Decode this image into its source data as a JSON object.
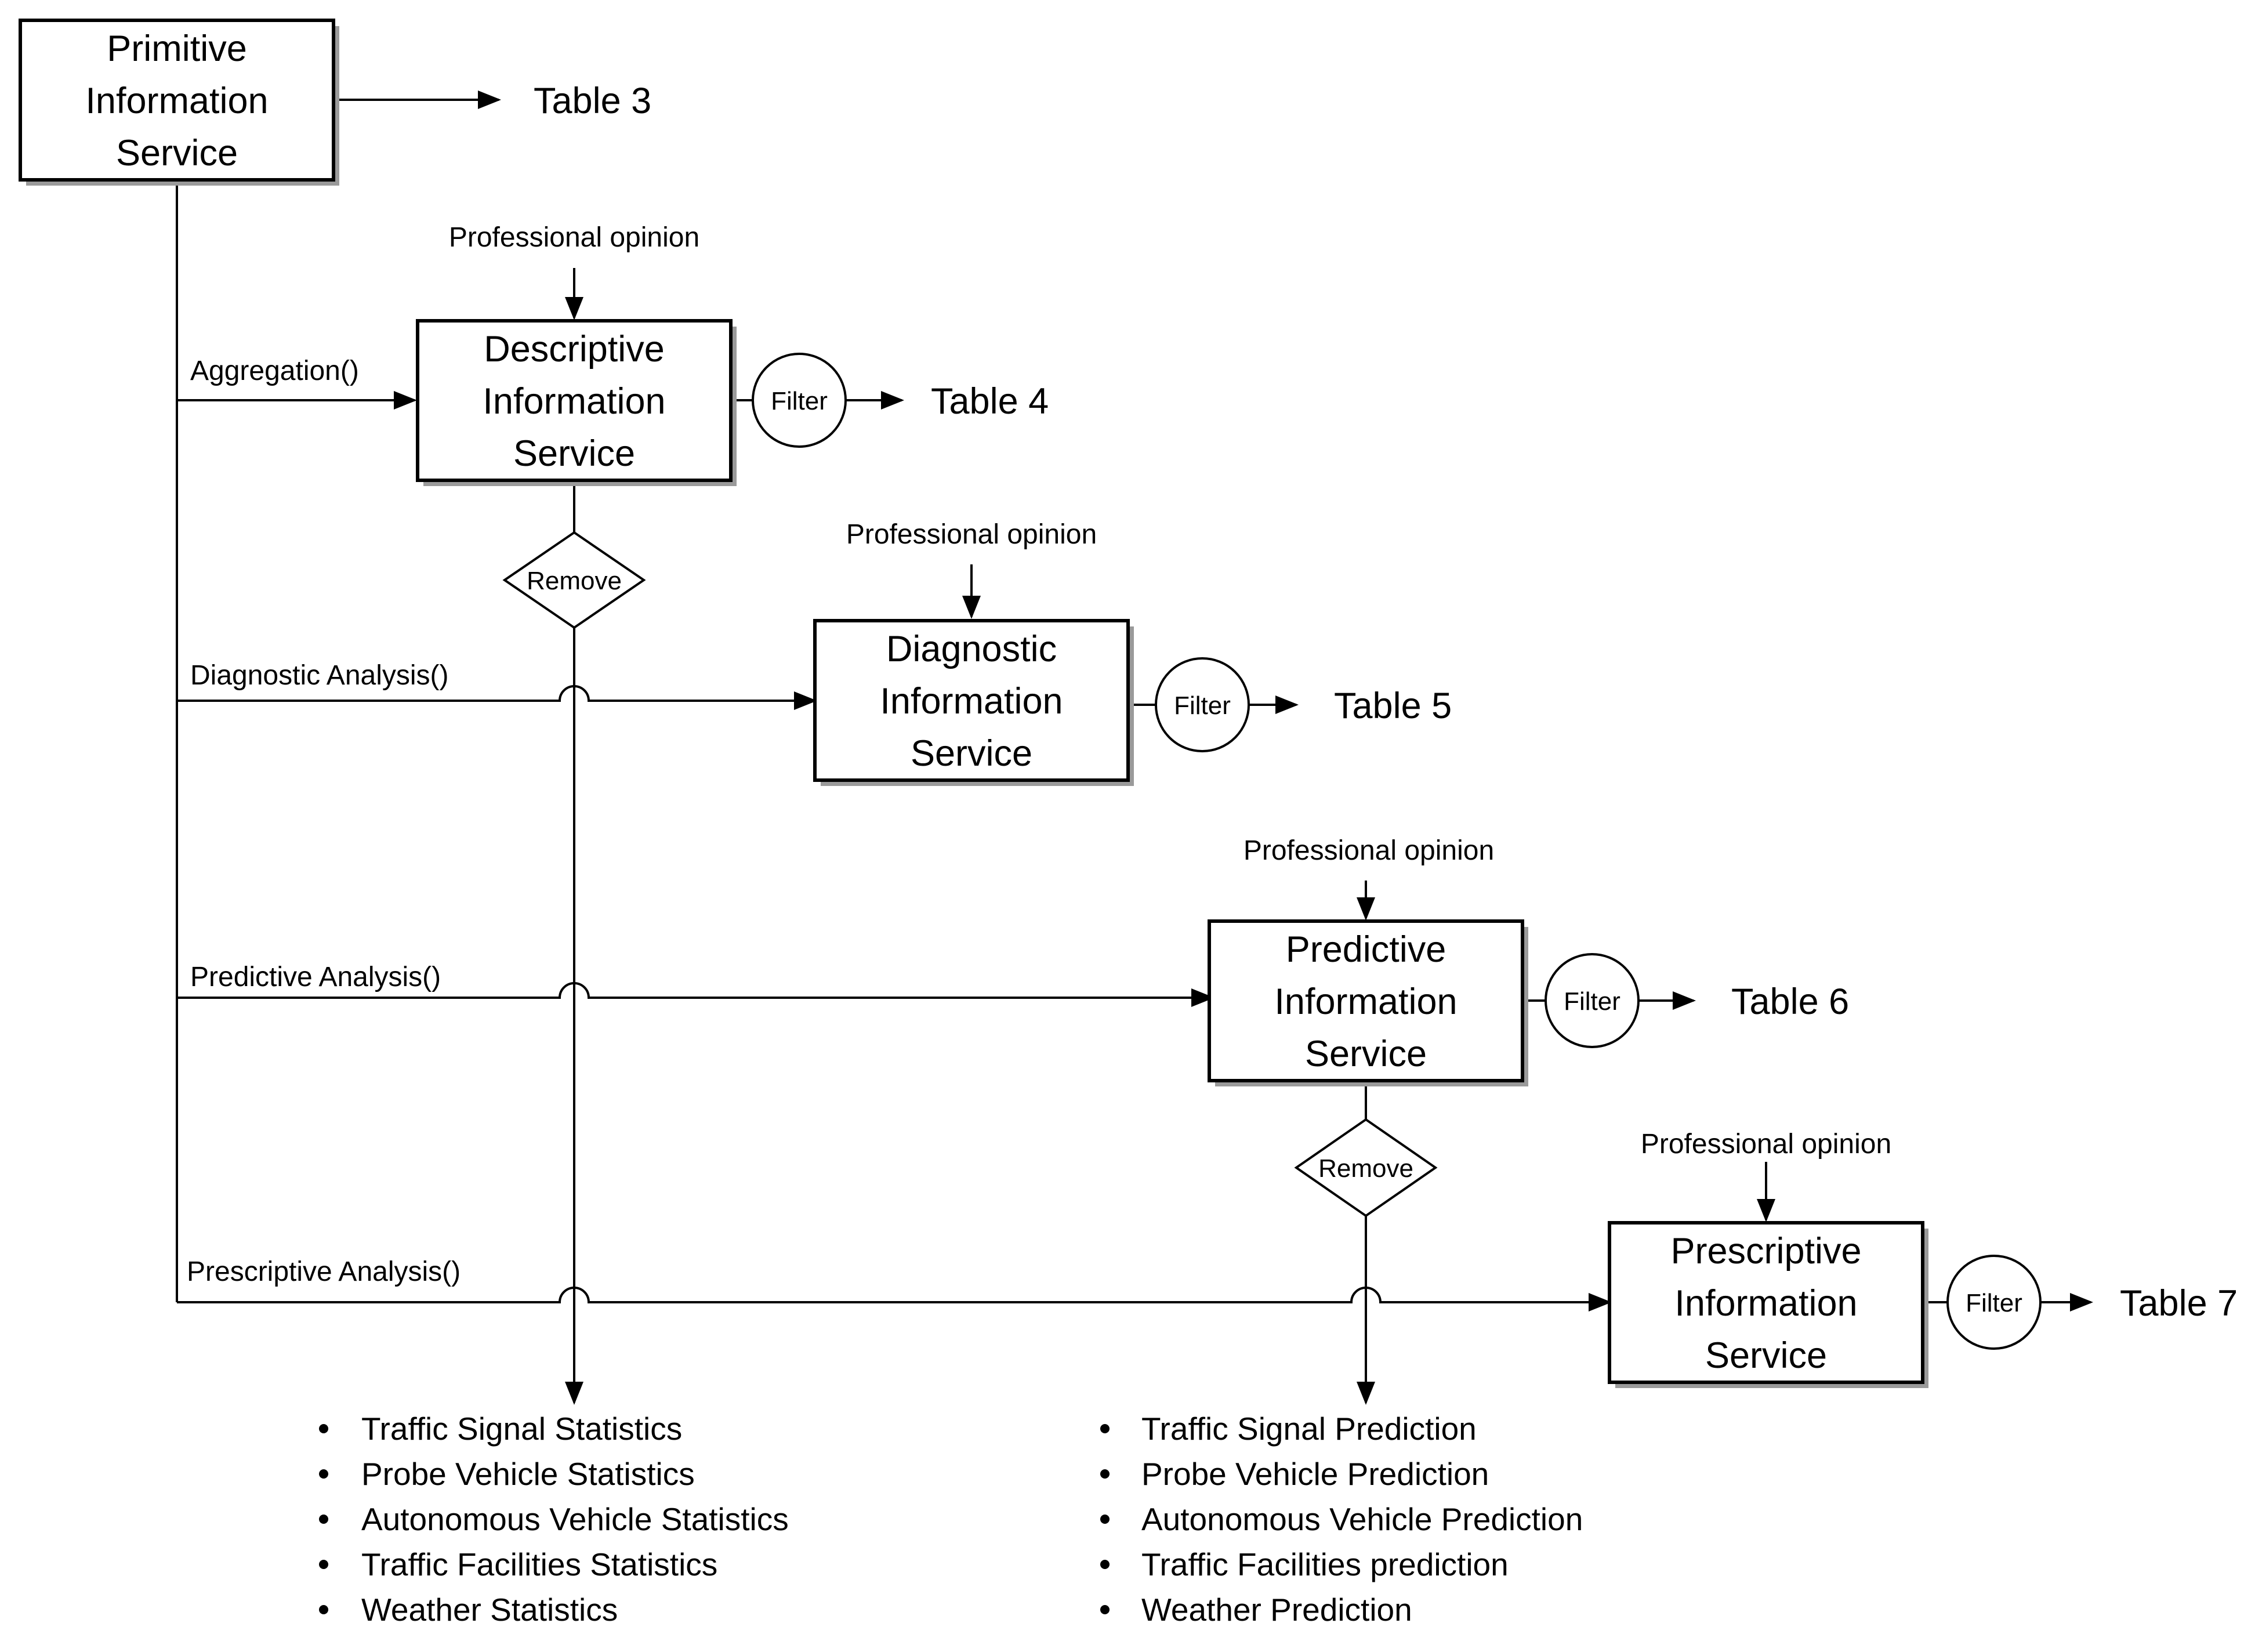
{
  "nodes": {
    "primitive": [
      "Primitive",
      "Information",
      "Service"
    ],
    "descriptive": [
      "Descriptive",
      "Information",
      "Service"
    ],
    "diagnostic": [
      "Diagnostic",
      "Information",
      "Service"
    ],
    "predictive": [
      "Predictive",
      "Information",
      "Service"
    ],
    "prescriptive": [
      "Prescriptive",
      "Information",
      "Service"
    ]
  },
  "tables": {
    "t3": "Table 3",
    "t4": "Table 4",
    "t5": "Table 5",
    "t6": "Table 6",
    "t7": "Table 7"
  },
  "professional_opinion": "Professional opinion",
  "edges": {
    "aggregation": "Aggregation()",
    "diagnostic": "Diagnostic Analysis()",
    "predictive": "Predictive Analysis()",
    "prescriptive": "Prescriptive Analysis()"
  },
  "filter_label": "Filter",
  "remove_label": "Remove",
  "statistics_list": [
    "Traffic Signal Statistics",
    "Probe Vehicle Statistics",
    "Autonomous Vehicle Statistics",
    "Traffic Facilities Statistics",
    "Weather Statistics"
  ],
  "prediction_list": [
    "Traffic Signal Prediction",
    "Probe Vehicle Prediction",
    "Autonomous Vehicle Prediction",
    "Traffic Facilities prediction",
    "Weather Prediction"
  ]
}
